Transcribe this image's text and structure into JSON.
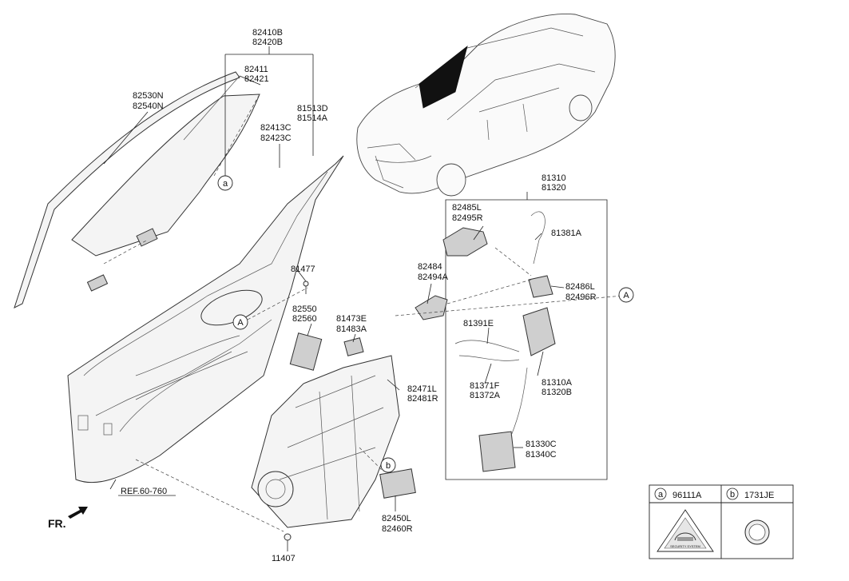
{
  "labels": {
    "p82410B": "82410B",
    "p82420B": "82420B",
    "p82411": "82411",
    "p82421": "82421",
    "p82530N": "82530N",
    "p82540N": "82540N",
    "p81513D": "81513D",
    "p81514A": "81514A",
    "p82413C": "82413C",
    "p82423C": "82423C",
    "p81310": "81310",
    "p81320": "81320",
    "p82485L": "82485L",
    "p82495R": "82495R",
    "p81381A": "81381A",
    "p82484": "82484",
    "p82494A": "82494A",
    "p82486L": "82486L",
    "p82496R": "82496R",
    "p81477": "81477",
    "p82550": "82550",
    "p82560": "82560",
    "p81473E": "81473E",
    "p81483A": "81483A",
    "p81391E": "81391E",
    "p81310A": "81310A",
    "p81320B": "81320B",
    "p82471L": "82471L",
    "p82481R": "82481R",
    "p81371F": "81371F",
    "p81372A": "81372A",
    "p81330C": "81330C",
    "p81340C": "81340C",
    "p82450L": "82450L",
    "p82460R": "82460R",
    "p11407": "11407",
    "ref": "REF.60-760",
    "fr": "FR."
  },
  "callouts": {
    "a": "a",
    "b": "b",
    "A": "A"
  },
  "legend": {
    "a_letter": "a",
    "a_part": "96111A",
    "b_letter": "b",
    "b_part": "1731JE",
    "sticker_text": "SECURITY SYSTEM"
  }
}
